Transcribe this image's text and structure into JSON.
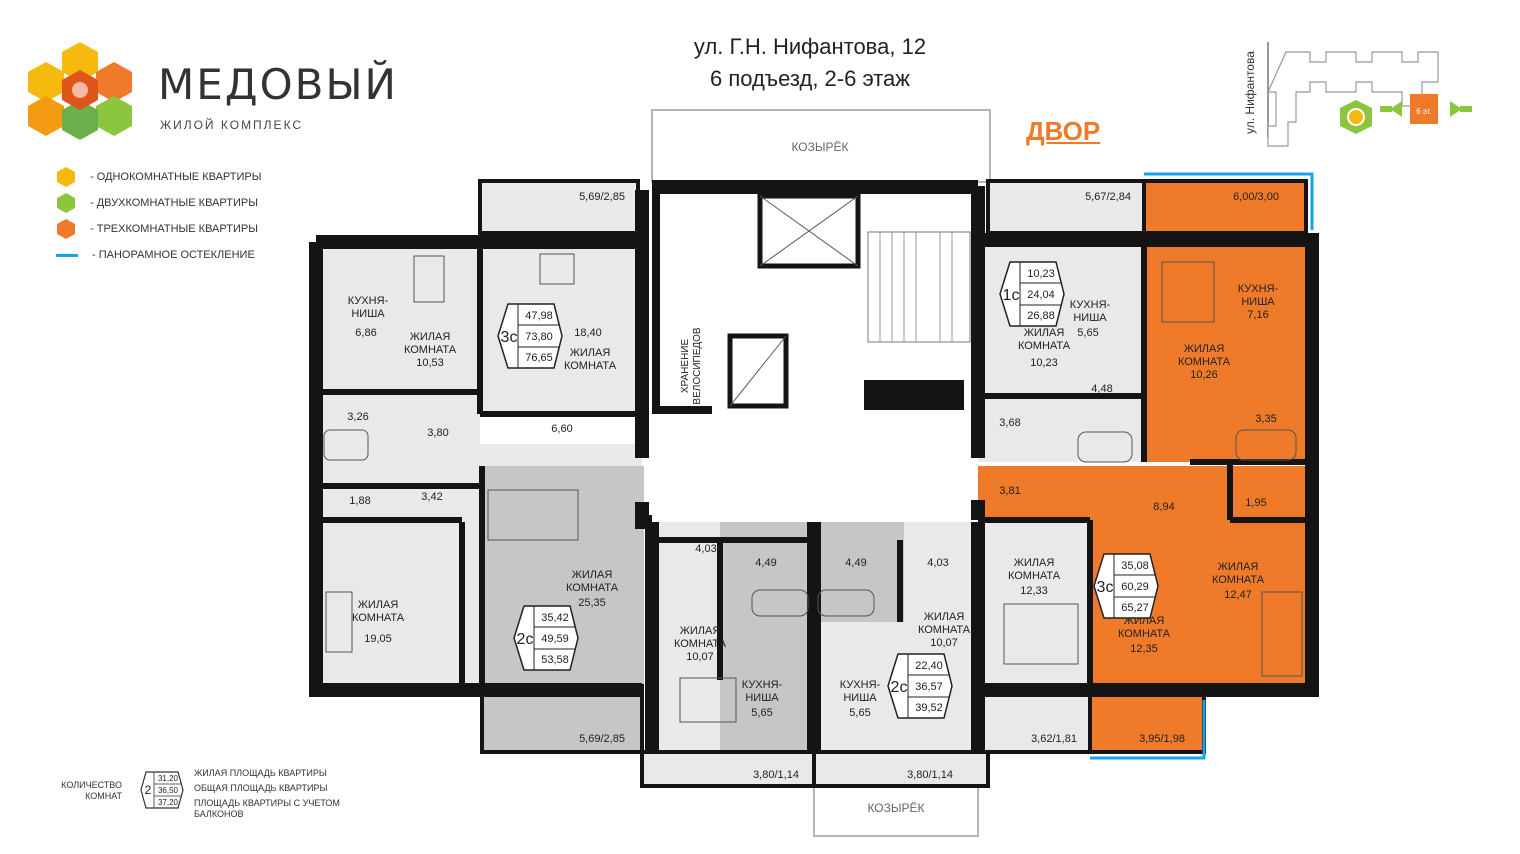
{
  "brand": {
    "name": "МЕДОВЫЙ",
    "subtitle": "ЖИЛОЙ КОМПЛЕКС"
  },
  "address": {
    "line1": "ул. Г.Н. Нифантова, 12",
    "line2": "6 подъезд, 2-6 этаж"
  },
  "legend": [
    {
      "label": "- ОДНОКОМНАТНЫЕ КВАРТИРЫ",
      "color": "#f6b90f"
    },
    {
      "label": "- ДВУХКОМНАТНЫЕ КВАРТИРЫ",
      "color": "#8cc63f"
    },
    {
      "label": "- ТРЕХКОМНАТНЫЕ КВАРТИРЫ",
      "color": "#ef7b2a"
    },
    {
      "label": "- ПАНОРАМНОЕ ОСТЕКЛЕНИЕ",
      "color": "#1aa3e8"
    }
  ],
  "yard_label": "ДВОР",
  "canopy_top": "КОЗЫРЁК",
  "canopy_bottom": "КОЗЫРЁК",
  "minimap": {
    "street": "ул. Нифантова",
    "floor_tag": "6 эт."
  },
  "balconies": {
    "b1": "5,69/2,85",
    "b2": "5,67/2,84",
    "b3": "6,00/3,00",
    "b4": "5,69/2,85",
    "b5": "3,62/1,81",
    "b6": "3,95/1,98",
    "b7": "3,80/1,14",
    "b8": "3,80/1,14"
  },
  "rooms": {
    "kitchen_niche": "КУХНЯ-\nНИША",
    "living_room": "ЖИЛАЯ\nКОМНАТА",
    "storage": "ХРАНЕНИЕ\nВЕЛОСИПЕДОВ"
  },
  "areas": {
    "a_686": "6,86",
    "a_1053": "10,53",
    "a_1840": "18,40",
    "a_326": "3,26",
    "a_380": "3,80",
    "a_660": "6,60",
    "a_188": "1,88",
    "a_342": "3,42",
    "a_1905": "19,05",
    "a_2535": "25,35",
    "a_403a": "4,03",
    "a_449a": "4,49",
    "a_449b": "4,49",
    "a_403b": "4,03",
    "a_1007a": "10,07",
    "a_1007b": "10,07",
    "a_565a": "5,65",
    "a_565b": "5,65",
    "a_1023a": "10,23",
    "a_565c": "5,65",
    "a_448": "4,48",
    "a_368": "3,68",
    "a_381": "3,81",
    "a_894": "8,94",
    "a_195": "1,95",
    "a_335": "3,35",
    "a_716": "7,16",
    "a_1026": "10,26",
    "a_1233": "12,33",
    "a_1247": "12,47",
    "a_1235": "12,35"
  },
  "badges": [
    {
      "rooms": "3с",
      "v1": "47,98",
      "v2": "73,80",
      "v3": "76,65"
    },
    {
      "rooms": "1с",
      "v1": "10,23",
      "v2": "24,04",
      "v3": "26,88"
    },
    {
      "rooms": "2с",
      "v1": "35,42",
      "v2": "49,59",
      "v3": "53,58"
    },
    {
      "rooms": "2с",
      "v1": "22,40",
      "v2": "36,57",
      "v3": "39,52"
    },
    {
      "rooms": "3с",
      "v1": "35,08",
      "v2": "60,29",
      "v3": "65,27"
    }
  ],
  "key": {
    "count_label": "КОЛИЧЕСТВО\nКОМНАТ",
    "sample": {
      "rooms": "2",
      "v1": "31,20",
      "v2": "36,50",
      "v3": "37,20"
    },
    "living_area": "ЖИЛАЯ ПЛОЩАДЬ КВАРТИРЫ",
    "total_area": "ОБЩАЯ ПЛОЩАДЬ КВАРТИРЫ",
    "balcony_area": "ПЛОЩАДЬ КВАРТИРЫ С УЧЕТОМ\nБАЛКОНОВ"
  },
  "colors": {
    "orange": "#ef7b2a",
    "gray_dark": "#c6c6c6",
    "gray_light": "#e9e9e9",
    "wall": "#141414",
    "glass": "#1aa3e8"
  }
}
